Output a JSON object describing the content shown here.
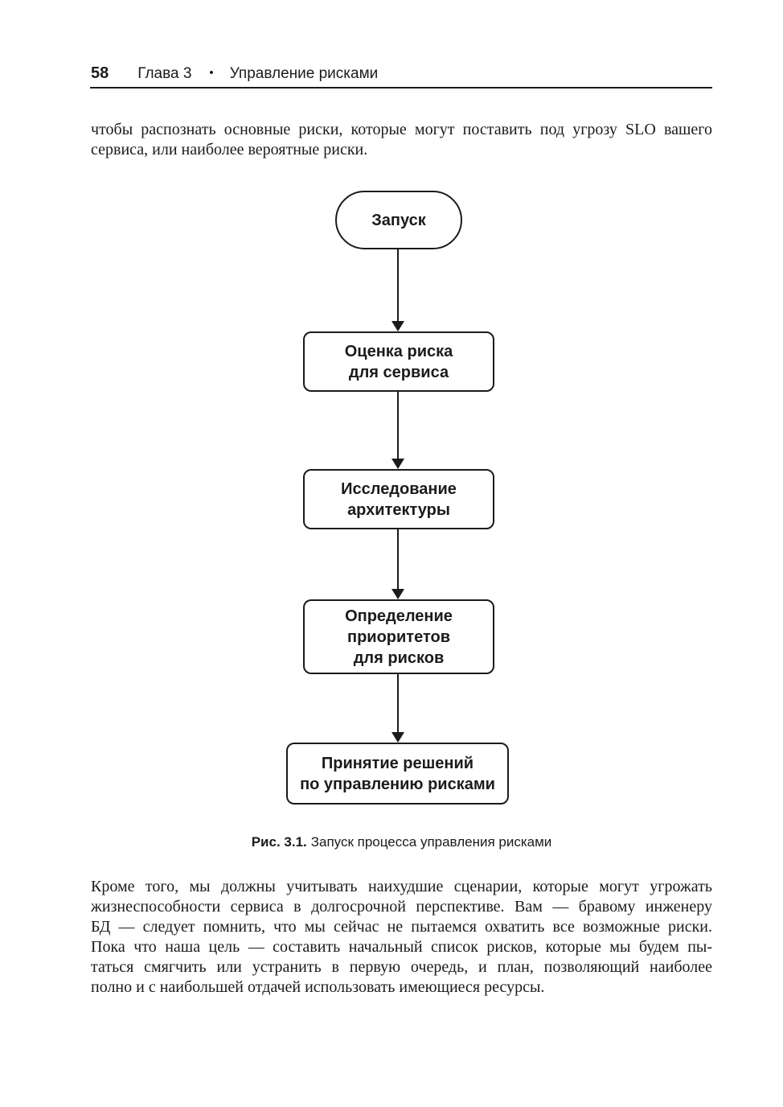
{
  "header": {
    "page_number": "58",
    "chapter": "Глава 3",
    "separator": "•",
    "title": "Управление рисками"
  },
  "intro": {
    "lines": [
      "чтобы распознать основные риски, которые могут поставить под угрозу SLO вашего",
      "сервиса, или наиболее вероятные риски."
    ]
  },
  "figure": {
    "type": "flowchart",
    "nodes": [
      {
        "name": "start",
        "shape": "stadium",
        "lines": [
          "Запуск"
        ]
      },
      {
        "name": "risk-assessment",
        "shape": "rect",
        "lines": [
          "Оценка риска",
          "для сервиса"
        ]
      },
      {
        "name": "architecture-research",
        "shape": "rect",
        "lines": [
          "Исследование",
          "архитектуры"
        ]
      },
      {
        "name": "risk-prioritization",
        "shape": "rect",
        "lines": [
          "Определение",
          "приоритетов",
          "для рисков"
        ]
      },
      {
        "name": "decision-making",
        "shape": "rect",
        "lines": [
          "Принятие решений",
          "по управлению рисками"
        ]
      }
    ],
    "edges": [
      {
        "from": "start",
        "to": "risk-assessment"
      },
      {
        "from": "risk-assessment",
        "to": "architecture-research"
      },
      {
        "from": "architecture-research",
        "to": "risk-prioritization"
      },
      {
        "from": "risk-prioritization",
        "to": "decision-making"
      }
    ],
    "caption": {
      "label": "Рис. 3.1.",
      "text": "Запуск процесса управления рисками"
    }
  },
  "closing": {
    "lines": [
      "Кроме того, мы должны учитывать наихудшие сценарии, которые могут угрожать",
      "жизнеспособности сервиса в долгосрочной перспективе. Вам — бравому инженеру",
      "БД — следует помнить, что мы сейчас не пытаемся охватить все возможные риски.",
      "Пока что наша цель — составить начальный список рисков, которые мы будем пы-",
      "таться смягчить или устранить в первую очередь, и план, позволяющий наиболее",
      "полно и с наибольшей отдачей использовать имеющиеся ресурсы."
    ]
  },
  "colors": {
    "ink": "#1b1b1b",
    "background": "#ffffff"
  }
}
